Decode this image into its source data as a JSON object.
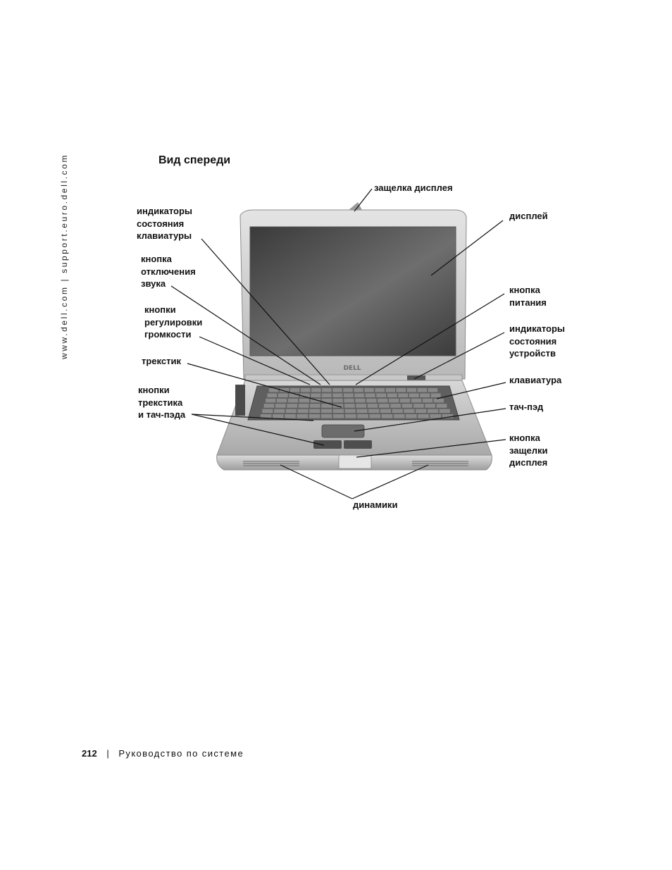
{
  "side_url": "www.dell.com | support.euro.dell.com",
  "section_title": "Вид спереди",
  "callouts": {
    "display_latch": "защелка дисплея",
    "keyboard_status_lights": "индикаторы\nсостояния\nклавиатуры",
    "mute_button": "кнопка\nотключения\nзвука",
    "volume_buttons": "кнопки\nрегулировки\nгромкости",
    "track_stick": "трекстик",
    "track_stick_touchpad_buttons": "кнопки\nтрекстика\nи тач-пэда",
    "display": "дисплей",
    "power_button": "кнопка\nпитания",
    "device_status_lights": "индикаторы\nсостояния\nустройств",
    "keyboard": "клавиатура",
    "touch_pad": "тач-пэд",
    "display_latch_button": "кнопка\nзащелки\nдисплея",
    "speakers": "динамики"
  },
  "logo_text": "DELL",
  "footer": {
    "page_number": "212",
    "separator": "|",
    "title": "Руководство по системе"
  }
}
